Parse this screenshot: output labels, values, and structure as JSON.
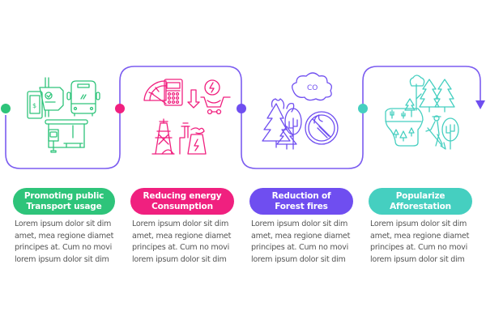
{
  "colors": {
    "line": "#7b5cf0",
    "green": "#2ec47a",
    "pink": "#f0207f",
    "purple": "#6f4ef0",
    "teal": "#45cfc0",
    "text": "#555555"
  },
  "steps": [
    {
      "title_line1": "Promoting public",
      "title_line2": "Transport usage",
      "color": "#2ec47a",
      "icon": "public-transport-icon",
      "desc": [
        "Lorem ipsum dolor sit dim",
        "amet, mea regione diamet",
        "principes at. Cum no movi",
        "lorem ipsum dolor sit dim"
      ]
    },
    {
      "title_line1": "Reducing energy",
      "title_line2": "Consumption",
      "color": "#f0207f",
      "icon": "energy-consumption-icon",
      "desc": [
        "Lorem ipsum dolor sit dim",
        "amet, mea regione diamet",
        "principes at. Cum no movi",
        "lorem ipsum dolor sit dim"
      ]
    },
    {
      "title_line1": "Reduction of",
      "title_line2": "Forest fires",
      "color": "#6f4ef0",
      "icon": "forest-fire-icon",
      "co_label": "CO",
      "desc": [
        "Lorem ipsum dolor sit dim",
        "amet, mea regione diamet",
        "principes at. Cum no movi",
        "lorem ipsum dolor sit dim"
      ]
    },
    {
      "title_line1": "Popularize",
      "title_line2": "Afforestation",
      "color": "#45cfc0",
      "icon": "afforestation-icon",
      "desc": [
        "Lorem ipsum dolor sit dim",
        "amet, mea regione diamet",
        "principes at. Cum no movi",
        "lorem ipsum dolor sit dim"
      ]
    }
  ]
}
